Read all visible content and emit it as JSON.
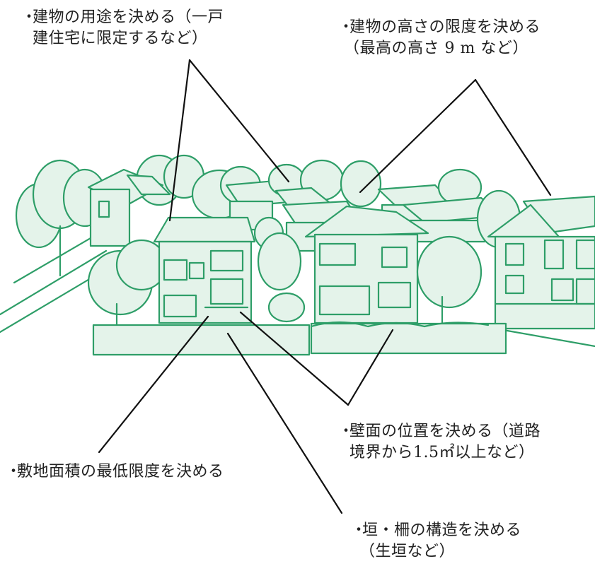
{
  "colors": {
    "line_art": "#2e9e68",
    "fill": "#e4f3ea",
    "leader_line": "#111111",
    "text": "#222222"
  },
  "annotations": {
    "use": {
      "bullet": "・",
      "line1": "建物の用途を決める（一戸",
      "line2": "建住宅に限定するなど）"
    },
    "height": {
      "bullet": "・",
      "line1": "建物の高さの限度を決める",
      "line2": "（最高の高さ 9 m など）"
    },
    "wall": {
      "bullet": "・",
      "line1": "壁面の位置を決める（道路",
      "line2": "境界から1.5㎡以上など）"
    },
    "site_area": {
      "bullet": "・",
      "line1": "敷地面積の最低限度を決める"
    },
    "fence": {
      "bullet": "・",
      "line1": "垣・柵の構造を決める",
      "line2": "（生垣など）"
    }
  }
}
